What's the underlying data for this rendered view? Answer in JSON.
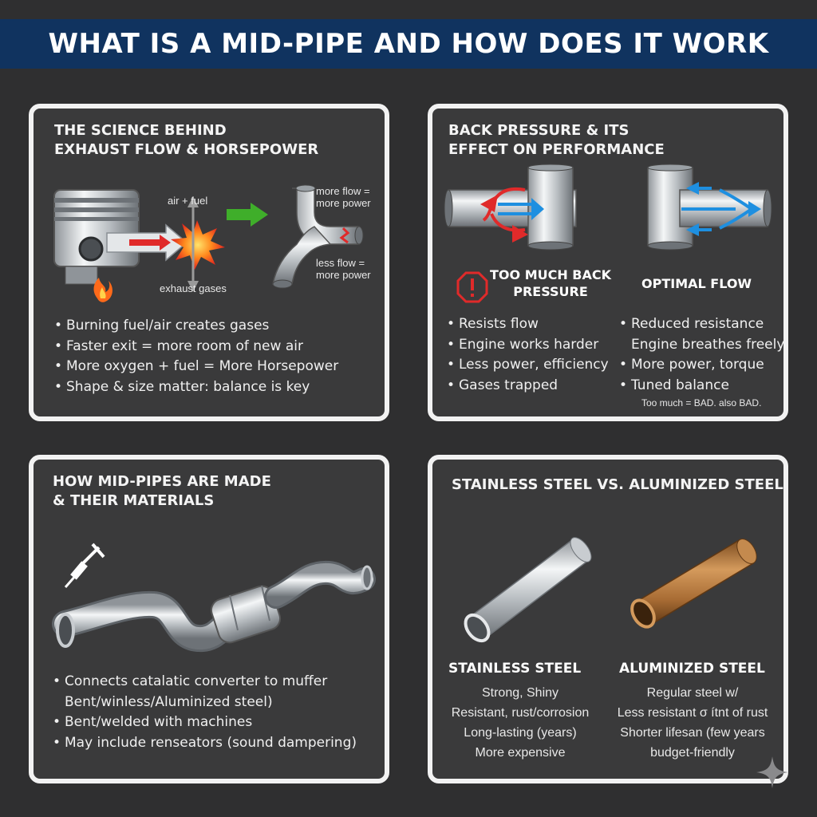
{
  "title": "WHAT IS A MID-PIPE AND HOW DOES IT WORK",
  "panel1": {
    "title_lines": [
      "THE SCIENCE BEHIND",
      "EXHAUST FLOW & HORSEPOWER"
    ],
    "labels": {
      "air_fuel": "air + fuel",
      "exhaust": "exhaust gases",
      "more_flow": [
        "more flow =",
        "more power"
      ],
      "less_flow": [
        "less flow =",
        "more power"
      ]
    },
    "bullets": [
      "Burning fuel/air creates gases",
      "Faster exit = more room of new air",
      "More oxygen + fuel = More Horsepower",
      "Shape & size matter: balance is key"
    ]
  },
  "panel2": {
    "title_lines": [
      "BACK PRESSURE & ITS",
      "EFFECT ON PERFORMANCE"
    ],
    "left_heading": [
      "TOO MUCH BACK",
      "PRESSURE"
    ],
    "right_heading": "OPTIMAL FLOW",
    "left_bullets": [
      "Resists flow",
      "Engine works harder",
      "Less power, efficiency",
      "Gases trapped"
    ],
    "right_bullets": [
      {
        "text": "Reduced resistance",
        "bullet": true
      },
      {
        "text": "Engine breathes freely",
        "bullet": false
      },
      {
        "text": "More power, torque",
        "bullet": true
      },
      {
        "text": "Tuned balance",
        "bullet": true
      }
    ],
    "note": "Too much = BAD. also BAD.",
    "colors": {
      "high_pressure": "#e02a2a",
      "flow": "#1e8fe0",
      "warning": "#e02a2a"
    }
  },
  "panel3": {
    "title_lines": [
      "HOW MID-PIPES ARE MADE",
      "& THEIR MATERIALS"
    ],
    "bullets": [
      {
        "text": "Connects catalatic converter to muffer",
        "bullet": true
      },
      {
        "text": "Bent/winless/Aluminized steel)",
        "bullet": false
      },
      {
        "text": "Bent/welded with machines",
        "bullet": true
      },
      {
        "text": "May include renseators (sound dampering)",
        "bullet": true
      }
    ]
  },
  "panel4": {
    "title": "STAINLESS STEEL VS. ALUMINIZED STEEL",
    "stainless": {
      "heading": "STAINLESS STEEL",
      "lines": [
        "Strong, Shiny",
        "Resistant, rust/corrosion",
        "Long-lasting (years)",
        "More expensive"
      ]
    },
    "aluminized": {
      "heading": "ALUMINIZED STEEL",
      "lines": [
        "Regular steel w/",
        "Less resistant σ ítnt of rust",
        "Shorter lifesan (few years",
        "budget-friendly"
      ]
    },
    "colors": {
      "stainless": "#cfd3d6",
      "aluminized": "#b77a3e"
    }
  },
  "colors": {
    "banner": "#10335f",
    "background": "#2f2f30",
    "panel_border": "#f2f2f2",
    "green_arrow": "#3fae2a",
    "red_arrow": "#e02a2a"
  }
}
